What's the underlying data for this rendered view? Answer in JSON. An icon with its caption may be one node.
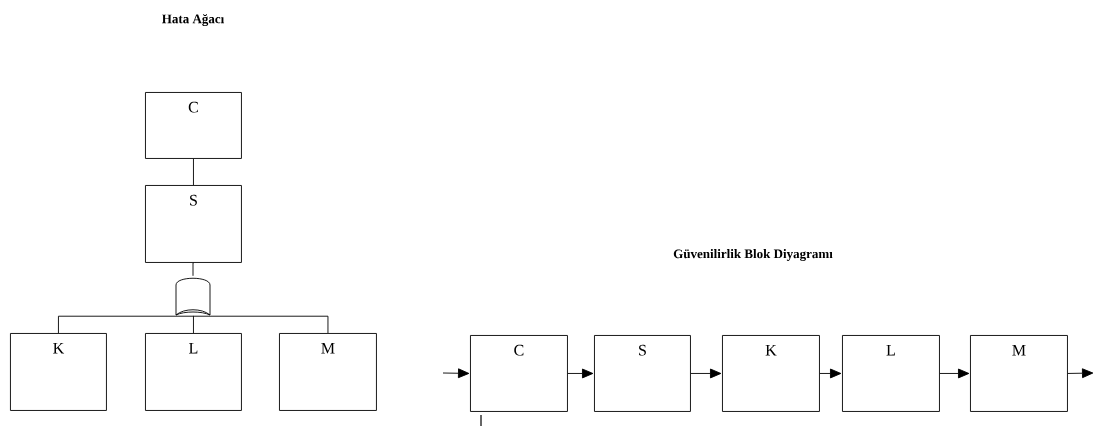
{
  "diagram": {
    "title": "Hata Ağacı",
    "nodes": [
      {
        "text": [
          "C"
        ]
      },
      {
        "text": [
          "S"
        ]
      },
      {
        "text": [],
        "shape": "gate"
      },
      {
        "text": [
          "K"
        ]
      },
      {
        "text": [
          "L"
        ]
      },
      {
        "text": [
          "M"
        ]
      },
      {
        "text": [
          "C"
        ]
      },
      {
        "text": [
          "S"
        ]
      },
      {
        "text": [
          "K"
        ]
      },
      {
        "text": [
          "L"
        ]
      },
      {
        "text": [
          "M"
        ]
      }
    ],
    "edges": [
      {
        "from": 0,
        "to": 1,
        "arrow": "none"
      },
      {
        "from": 1,
        "to": 2,
        "arrow": "none"
      },
      {
        "from": 2,
        "to": 3,
        "arrow": "none"
      },
      {
        "from": 2,
        "to": 4,
        "arrow": "none"
      },
      {
        "from": 2,
        "to": 5,
        "arrow": "none"
      },
      {
        "from": null,
        "to": 6,
        "arrow": "to"
      },
      {
        "from": 6,
        "to": 7,
        "arrow": "to"
      },
      {
        "from": 7,
        "to": 8,
        "arrow": "to"
      },
      {
        "from": 8,
        "to": 9,
        "arrow": "to"
      },
      {
        "from": 9,
        "to": 10,
        "arrow": "to"
      },
      {
        "from": 10,
        "to": null,
        "arrow": "to"
      }
    ],
    "labels": [
      "Güvenilirlik Blok Diyagramı"
    ]
  }
}
